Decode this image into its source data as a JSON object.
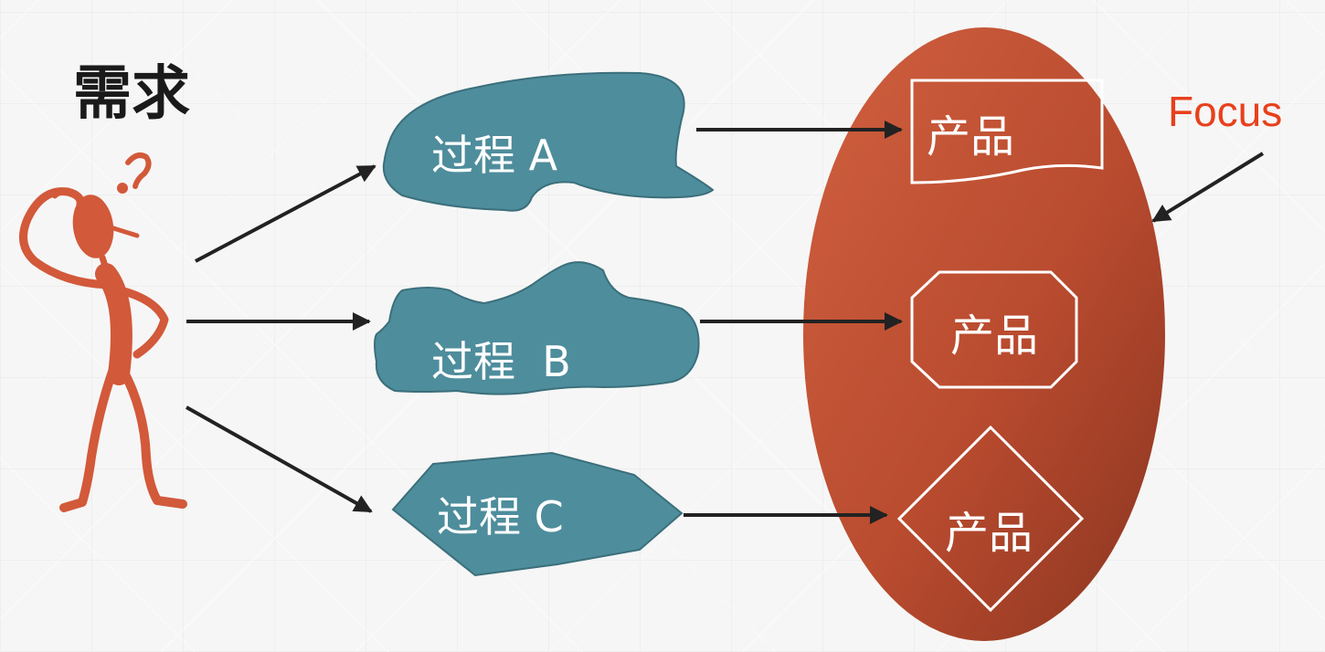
{
  "title": "需求",
  "processes": [
    {
      "id": "a",
      "label": "过程 A"
    },
    {
      "id": "b",
      "label": "过程  B"
    },
    {
      "id": "c",
      "label": "过程 C"
    }
  ],
  "products": [
    {
      "id": "a",
      "label": "产品",
      "shape": "document"
    },
    {
      "id": "b",
      "label": "产品",
      "shape": "octagon"
    },
    {
      "id": "c",
      "label": "产品",
      "shape": "diamond"
    }
  ],
  "focus_label": "Focus",
  "icons": {
    "person": "confused-person-icon",
    "question": "question-mark-icon"
  },
  "colors": {
    "process_fill": "#4e8d9c",
    "process_stroke": "#3b6f7b",
    "person": "#d2593a",
    "ellipse_light": "#cd5a3b",
    "ellipse_dark": "#8a3520",
    "focus_text": "#e8401c",
    "arrow": "#222222"
  }
}
